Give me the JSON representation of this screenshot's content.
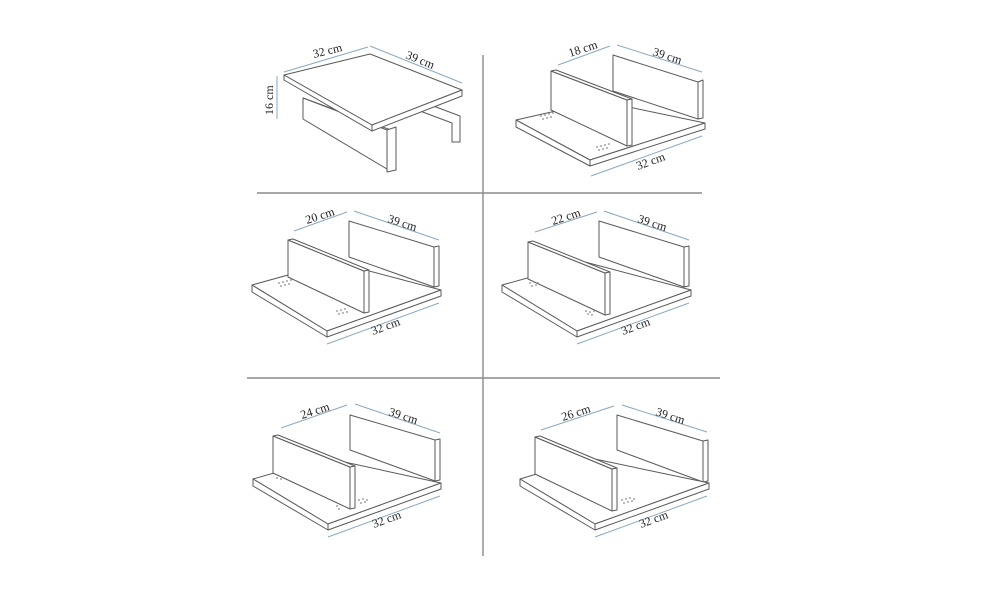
{
  "colors": {
    "background": "#ffffff",
    "outline": "#5a5a5a",
    "dimension_line": "#8aa8c0",
    "divider": "#8a8a8a",
    "text": "#222222"
  },
  "panels": [
    {
      "id": "stand-assembled",
      "type": "table-stand",
      "dimensions": {
        "front": "32 cm",
        "side": "39 cm",
        "height": "16 cm"
      }
    },
    {
      "id": "config-18",
      "type": "shelf-config",
      "dimensions": {
        "gap": "18 cm",
        "side": "39 cm",
        "width": "32 cm"
      }
    },
    {
      "id": "config-20",
      "type": "shelf-config",
      "dimensions": {
        "gap": "20 cm",
        "side": "39 cm",
        "width": "32 cm"
      }
    },
    {
      "id": "config-22",
      "type": "shelf-config",
      "dimensions": {
        "gap": "22 cm",
        "side": "39 cm",
        "width": "32 cm"
      }
    },
    {
      "id": "config-24",
      "type": "shelf-config",
      "dimensions": {
        "gap": "24 cm",
        "side": "39 cm",
        "width": "32 cm"
      }
    },
    {
      "id": "config-26",
      "type": "shelf-config",
      "dimensions": {
        "gap": "26 cm",
        "side": "39 cm",
        "width": "32 cm"
      }
    }
  ]
}
